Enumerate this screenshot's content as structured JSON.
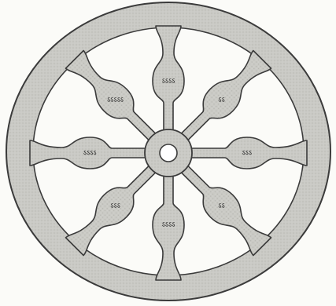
{
  "wheel": {
    "colors": {
      "background": "#fbfbf8",
      "fill": "#c9c9c4",
      "stroke": "#3b3b3b",
      "hub_hole": "#ffffff"
    },
    "spokes": [
      {
        "direction": "top",
        "label": "ऽऽऽऽ"
      },
      {
        "direction": "top-right",
        "label": "ऽऽ"
      },
      {
        "direction": "right",
        "label": "ऽऽऽ"
      },
      {
        "direction": "bottom-right",
        "label": "ऽऽ"
      },
      {
        "direction": "bottom",
        "label": "ऽऽऽऽ"
      },
      {
        "direction": "bottom-left",
        "label": "ऽऽऽ"
      },
      {
        "direction": "left",
        "label": "ऽऽऽऽ"
      },
      {
        "direction": "top-left",
        "label": "ऽऽऽऽऽ"
      }
    ]
  }
}
